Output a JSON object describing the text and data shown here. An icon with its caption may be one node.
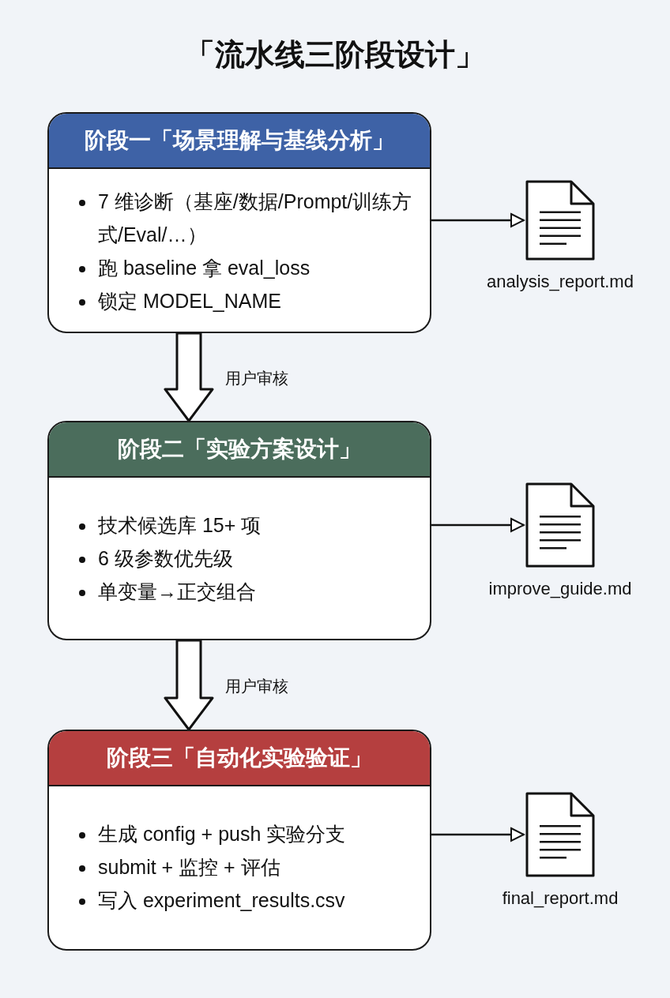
{
  "diagram": {
    "title": "「流水线三阶段设计」",
    "nodes": [
      {
        "text": [
          "阶段一「场景理解与基线分析」",
          "7 维诊断（基座/数据/Prompt/训练方式/Eval/…）",
          "跑 baseline 拿 eval_loss",
          "锁定 MODEL_NAME"
        ]
      },
      {
        "text": [],
        "shape": "document",
        "beside": [
          "analysis_report.md"
        ]
      },
      {
        "text": [
          "阶段二「实验方案设计」",
          "技术候选库 15+ 项",
          "6 级参数优先级",
          "单变量→正交组合"
        ]
      },
      {
        "text": [],
        "shape": "document",
        "beside": [
          "improve_guide.md"
        ]
      },
      {
        "text": [
          "阶段三「自动化实验验证」",
          "生成 config + push 实验分支",
          "submit + 监控 + 评估",
          "写入 experiment_results.csv"
        ]
      },
      {
        "text": [],
        "shape": "document",
        "beside": [
          "final_report.md"
        ]
      }
    ],
    "edges": [
      {
        "from": 0,
        "to": 1,
        "arrow": "to"
      },
      {
        "from": 0,
        "to": 2,
        "arrow": "to",
        "label": "用户审核",
        "style": "thick"
      },
      {
        "from": 2,
        "to": 3,
        "arrow": "to"
      },
      {
        "from": 2,
        "to": 4,
        "arrow": "to",
        "label": "用户审核",
        "style": "thick"
      },
      {
        "from": 4,
        "to": 5,
        "arrow": "to"
      }
    ]
  }
}
